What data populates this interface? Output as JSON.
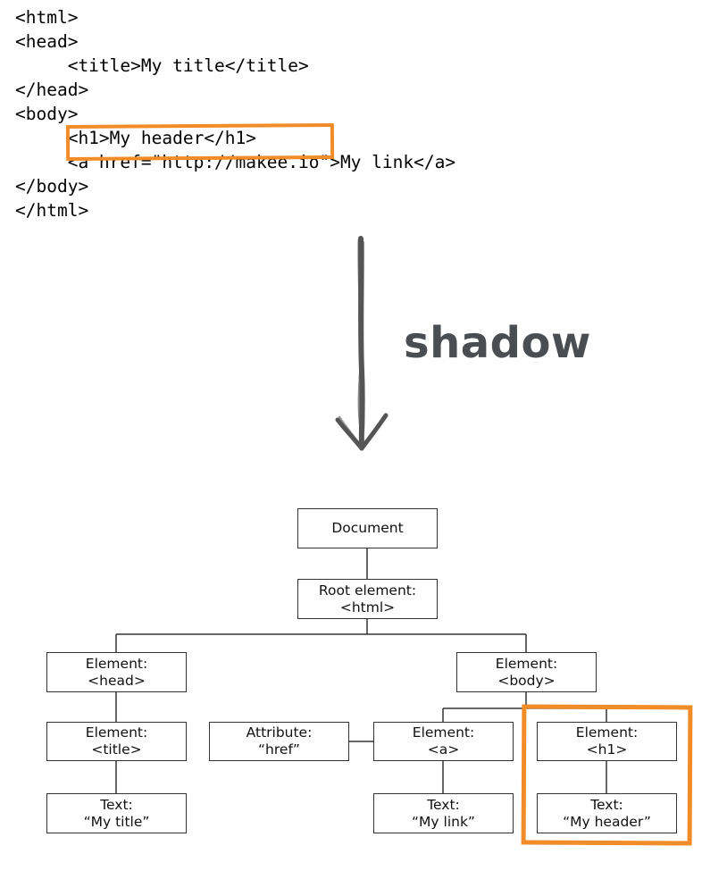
{
  "code": {
    "lines": [
      "<html>",
      "<head>",
      "     <title>My title</title>",
      "</head>",
      "<body>",
      "     <h1>My header</h1>",
      "     <a href=\"http://makee.io\">My link</a>",
      "</body>",
      "</html>"
    ]
  },
  "arrow": {
    "label": "shadow"
  },
  "tree": {
    "document": {
      "line1": "Document"
    },
    "root": {
      "line1": "Root element:",
      "line2": "<html>"
    },
    "head": {
      "line1": "Element:",
      "line2": "<head>"
    },
    "body": {
      "line1": "Element:",
      "line2": "<body>"
    },
    "title": {
      "line1": "Element:",
      "line2": "<title>"
    },
    "attribute": {
      "line1": "Attribute:",
      "line2": "“href”"
    },
    "a": {
      "line1": "Element:",
      "line2": "<a>"
    },
    "h1": {
      "line1": "Element:",
      "line2": "<h1>"
    },
    "text_title": {
      "line1": "Text:",
      "line2": "“My title”"
    },
    "text_link": {
      "line1": "Text:",
      "line2": "“My link”"
    },
    "text_header": {
      "line1": "Text:",
      "line2": "“My header”"
    }
  },
  "colors": {
    "highlight": "#f28c28",
    "arrow": "#555555",
    "label": "#4a4d52"
  }
}
